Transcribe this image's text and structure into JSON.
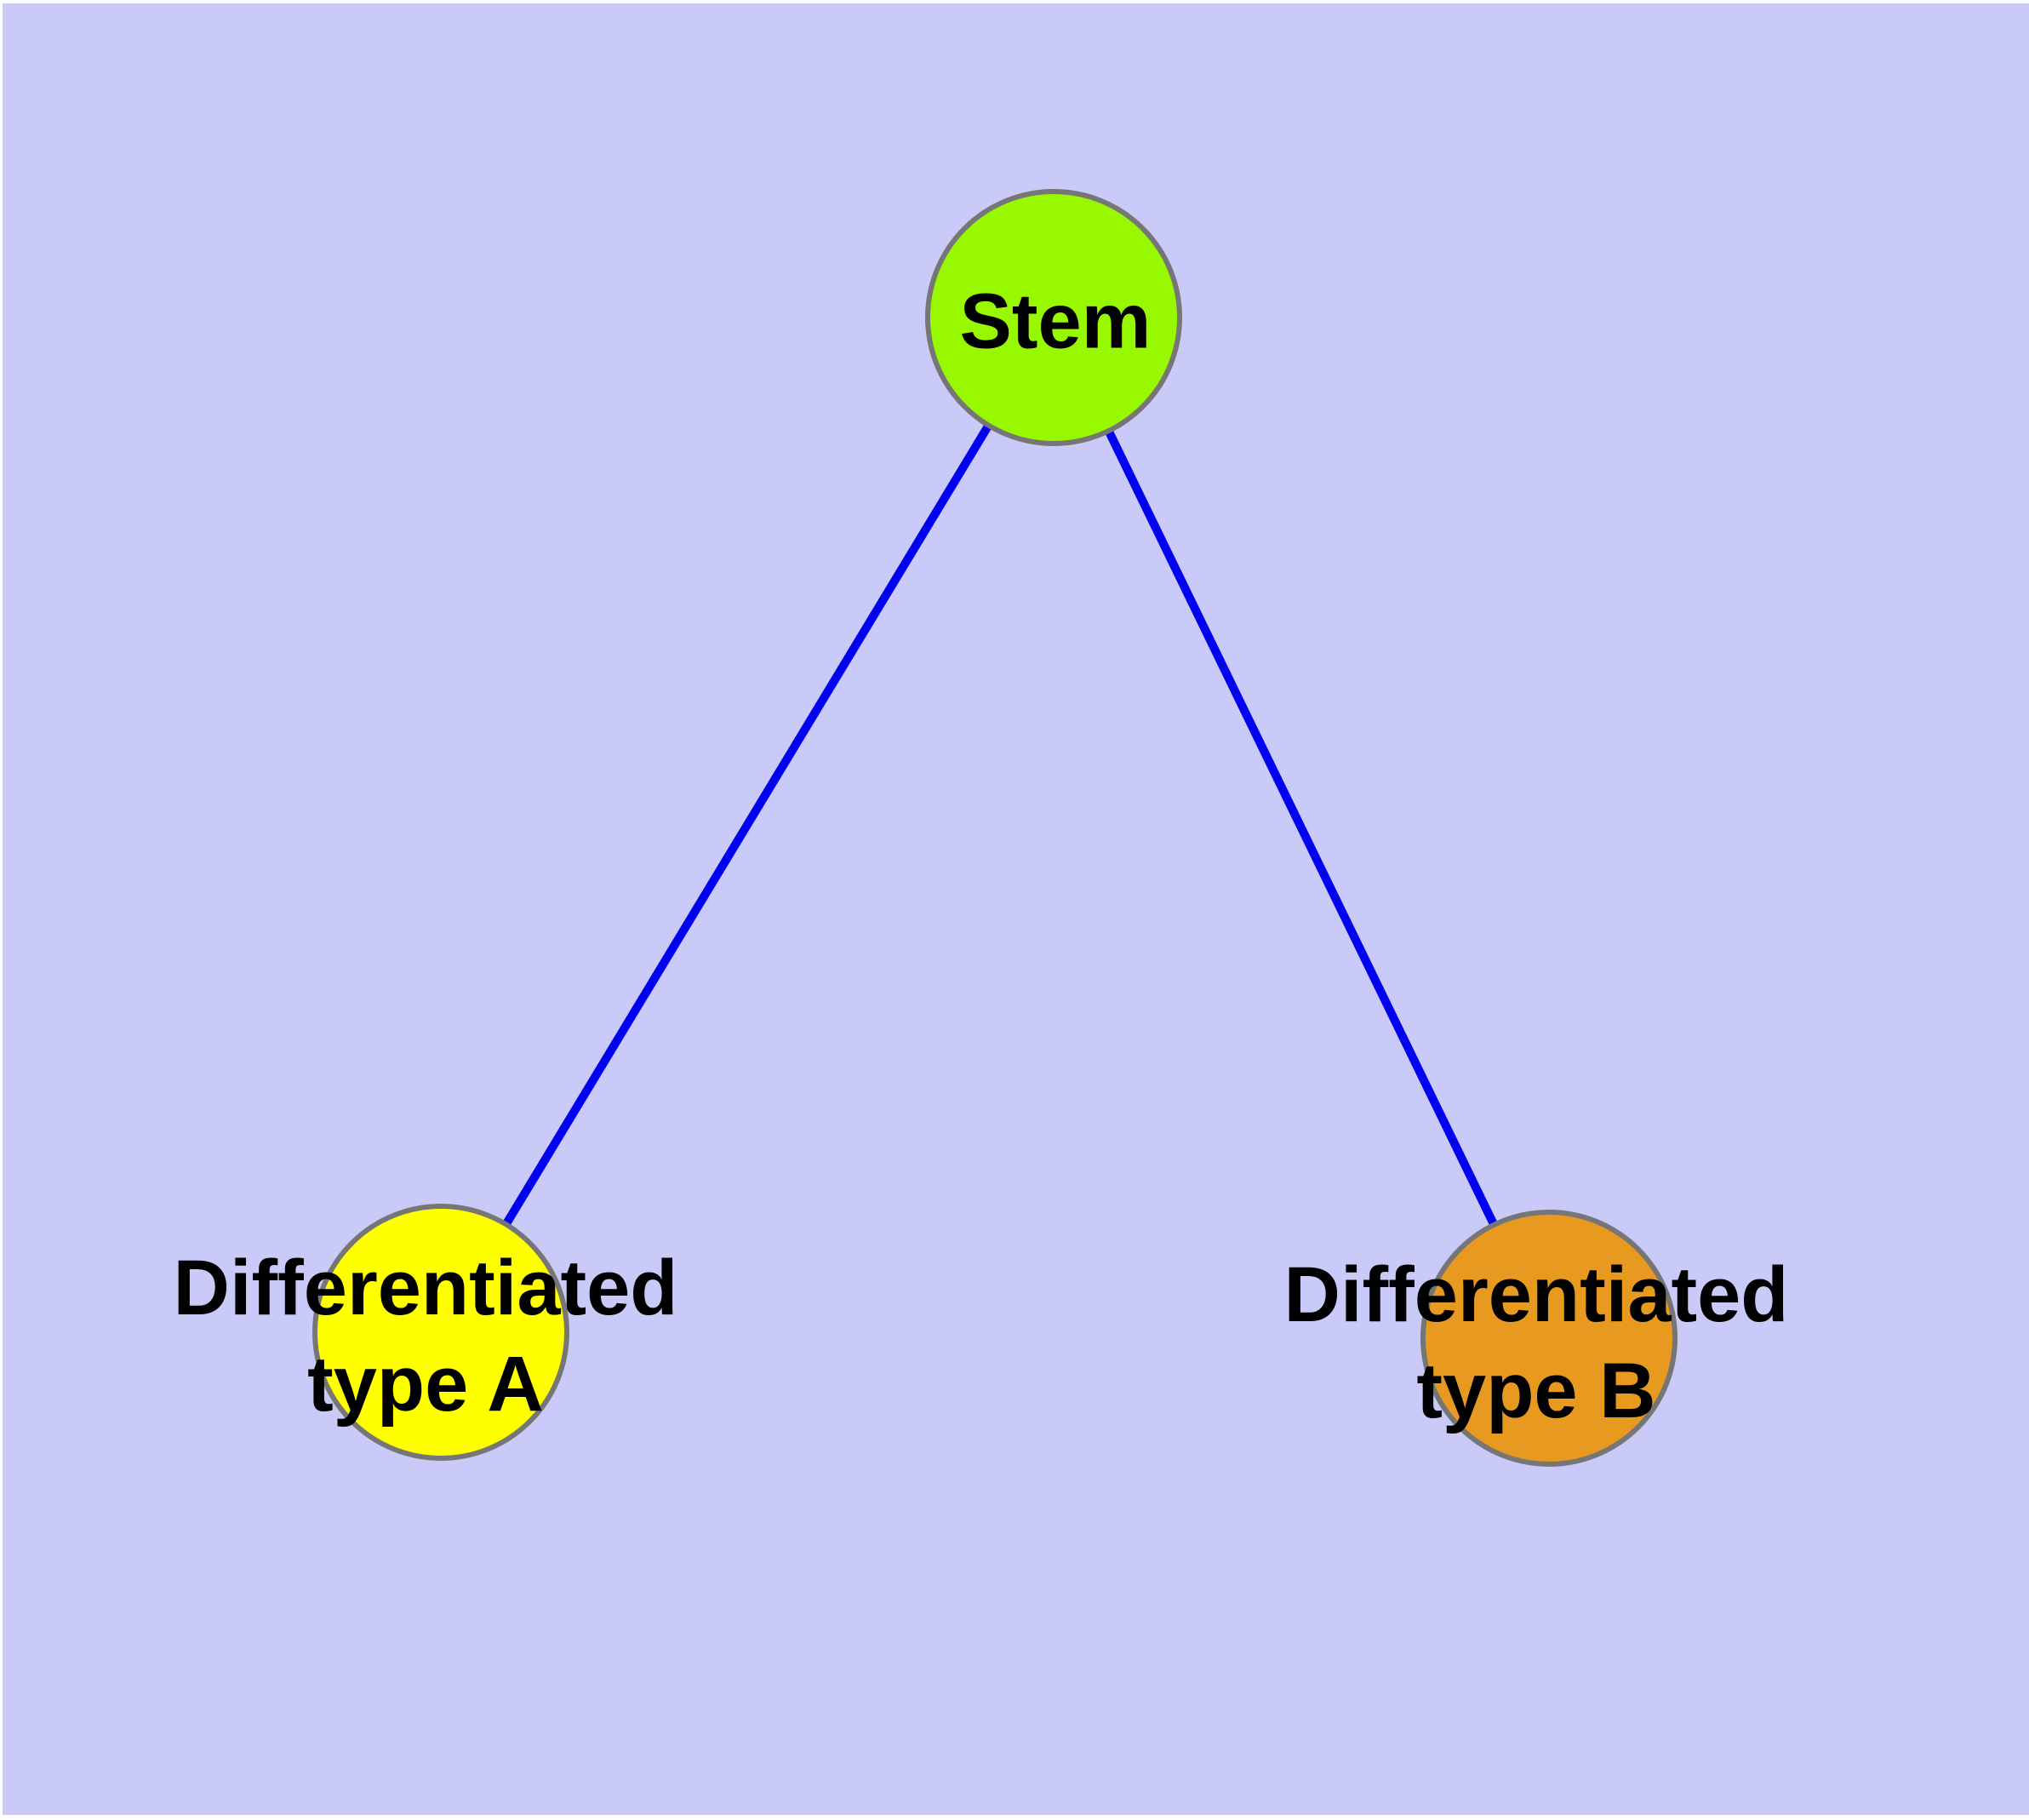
{
  "diagram": {
    "page_background": "#FFFFFF",
    "background_color": "#CACAF8",
    "edge_color": "#0101F1",
    "node_border_color": "#767676",
    "nodes": [
      {
        "id": "stem",
        "label": "Stem",
        "fill_color": "#97F800"
      },
      {
        "id": "differentiated-type-a",
        "label": "Differentiated\ntype A",
        "fill_color": "#FFFF00"
      },
      {
        "id": "differentiated-type-b",
        "label": "Differentiated\ntype B",
        "fill_color": "#E79A1F"
      }
    ],
    "edges": [
      {
        "from": "Stem",
        "to": "Differentiated type A"
      },
      {
        "from": "Stem",
        "to": "Differentiated type B"
      }
    ]
  }
}
